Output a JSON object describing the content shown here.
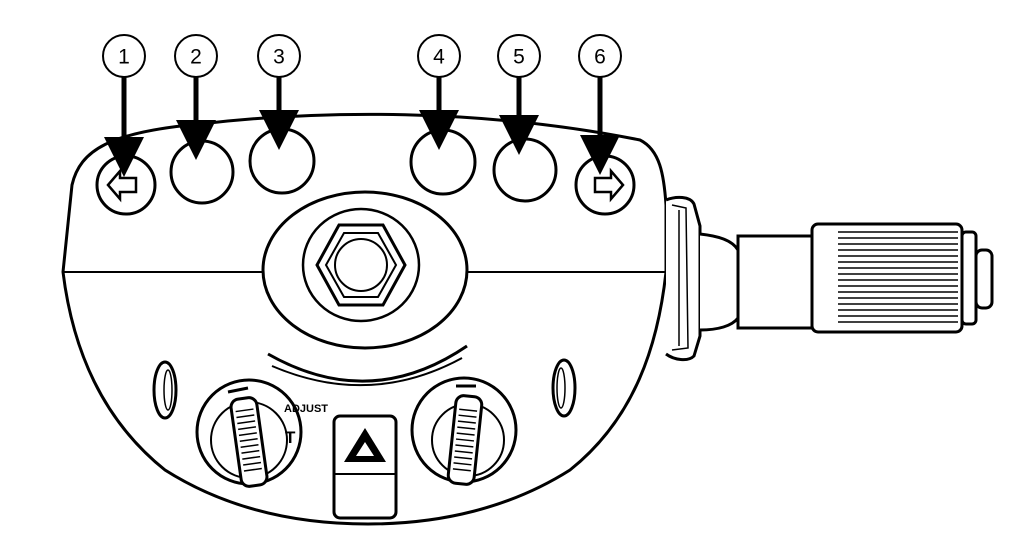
{
  "callouts": [
    "1",
    "2",
    "3",
    "4",
    "5",
    "6"
  ],
  "left_control_labels": {
    "top": "ADJUST",
    "side": "T"
  }
}
